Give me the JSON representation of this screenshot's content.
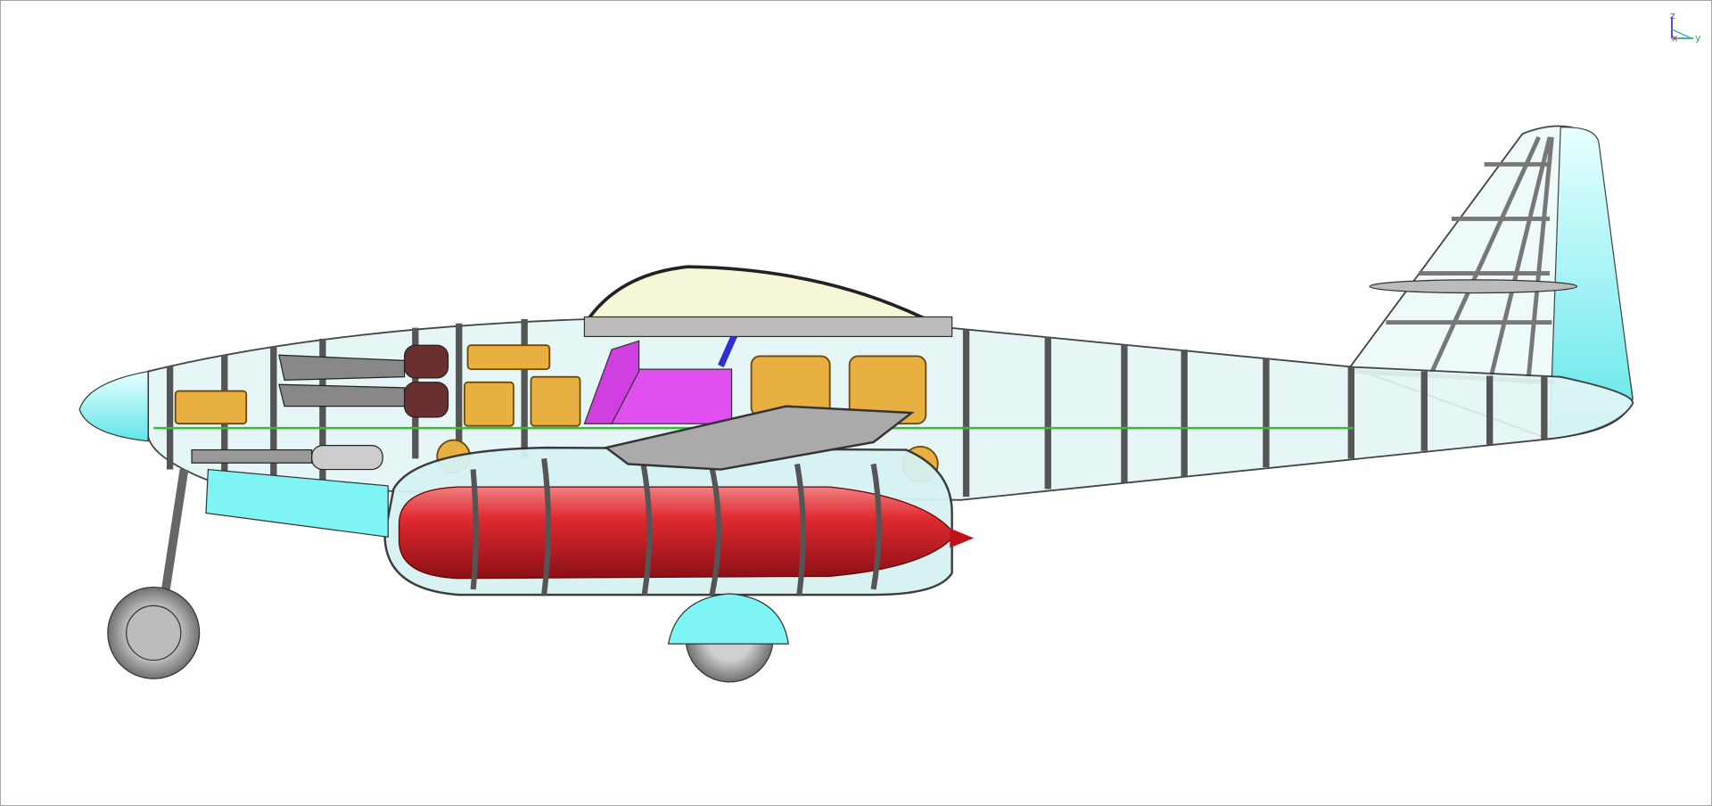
{
  "viewport": {
    "triad": {
      "z_label": "z",
      "x_label": "x",
      "y_label": "y",
      "colors": {
        "z": "#5050e0",
        "x": "#e03030",
        "y": "#40b040"
      }
    },
    "colors": {
      "nose_and_tail": "#7ff4f4",
      "fuselage_skin": "#e4f6f6",
      "frames": "#555555",
      "engine": "#d8232a",
      "canopy": "#f8f6d8",
      "fuel_tanks": "#e8b040",
      "seat": "#e050f0",
      "datum_line": "#30c030"
    }
  }
}
